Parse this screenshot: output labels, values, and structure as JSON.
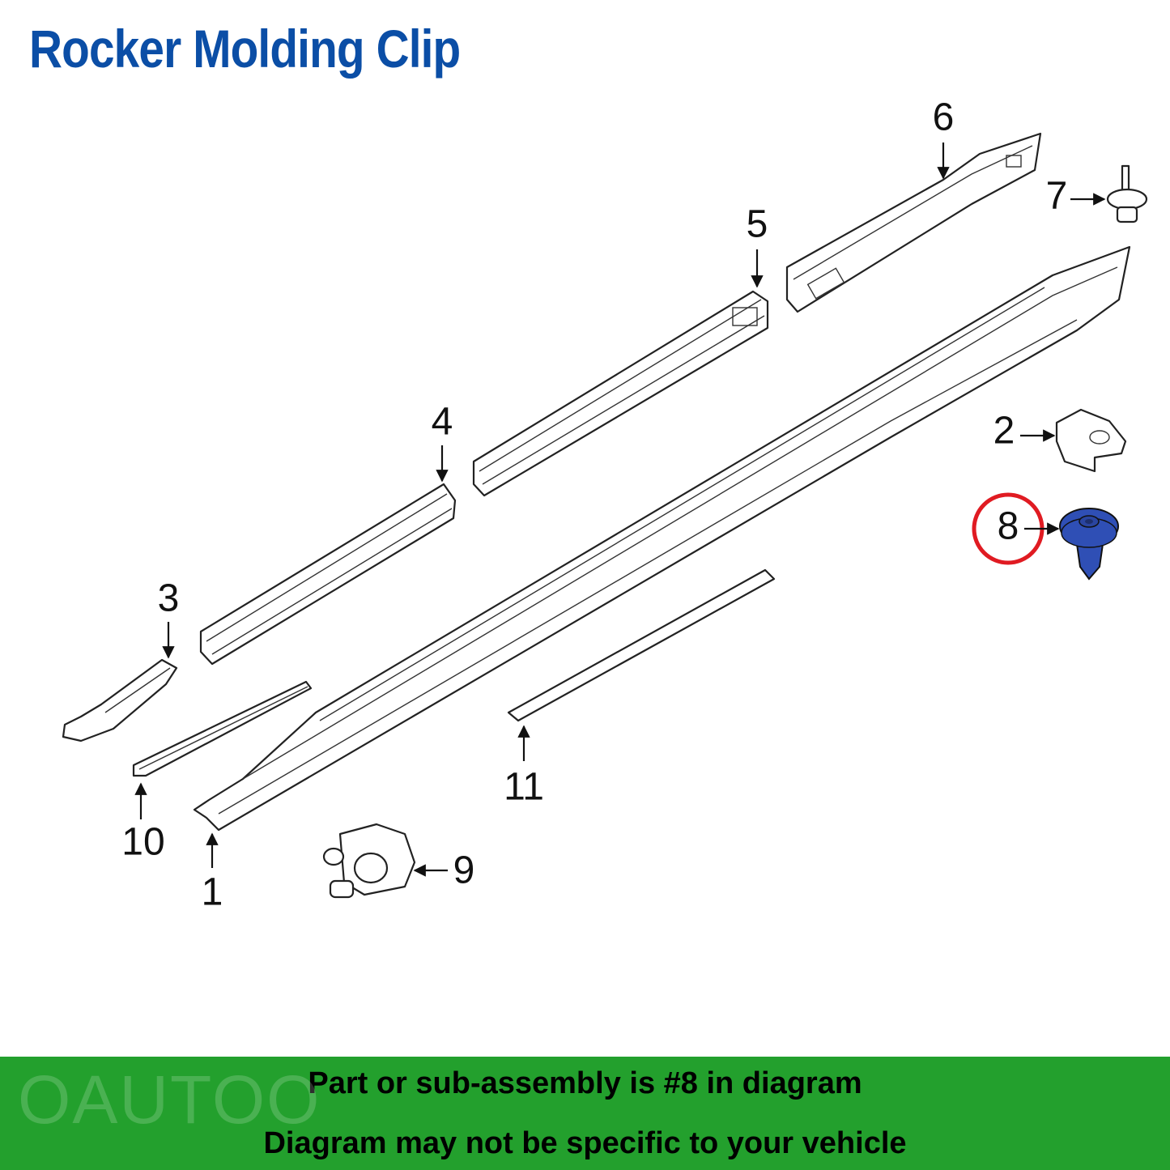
{
  "title": "Rocker Molding Clip",
  "callouts": [
    "1",
    "2",
    "3",
    "4",
    "5",
    "6",
    "7",
    "8",
    "9",
    "10",
    "11"
  ],
  "highlighted_callout": "8",
  "colors": {
    "title": "#0b4ea6",
    "banner": "#23a02d",
    "highlight_circle": "#e01b22",
    "highlighted_part": "#2f4fb5"
  },
  "banner": {
    "line1": "Part or sub-assembly is #8 in diagram",
    "line2": "Diagram may not be specific to your vehicle"
  },
  "watermark": "OAUTOO"
}
